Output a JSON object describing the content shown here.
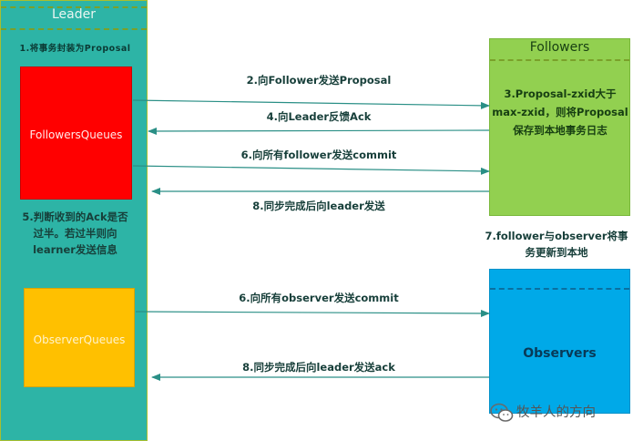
{
  "leader": {
    "title": "Leader",
    "step1": "1.将事务封装为Proposal",
    "followers_queues": "FollowersQueues",
    "step5": "5.判断收到的Ack是否过半。若过半则向learner发送信息",
    "observer_queues": "ObserverQueues"
  },
  "followers": {
    "title": "Followers",
    "step3": "3.Proposal-zxid大于max-zxid，则将Proposal保存到本地事务日志"
  },
  "step7": "7.follower与observer将事务更新到本地",
  "observers": {
    "title": "Observers"
  },
  "messages": {
    "m2": "2.向Follower发送Proposal",
    "m4": "4.向Leader反馈Ack",
    "m6_follower": "6.向所有follower发送commit",
    "m8_follower": "8.同步完成后向leader发送",
    "m6_observer": "6.向所有observer发送commit",
    "m8_observer": "8.同步完成后向leader发送ack"
  },
  "watermark": {
    "icon": "wechat-icon",
    "text": "牧羊人的方向"
  },
  "colors": {
    "leader": "#2db4a6",
    "followers": "#92d050",
    "observers": "#00a9e8",
    "followers_queues": "#ff0000",
    "observer_queues": "#ffc000",
    "arrow": "#2a8f86"
  }
}
